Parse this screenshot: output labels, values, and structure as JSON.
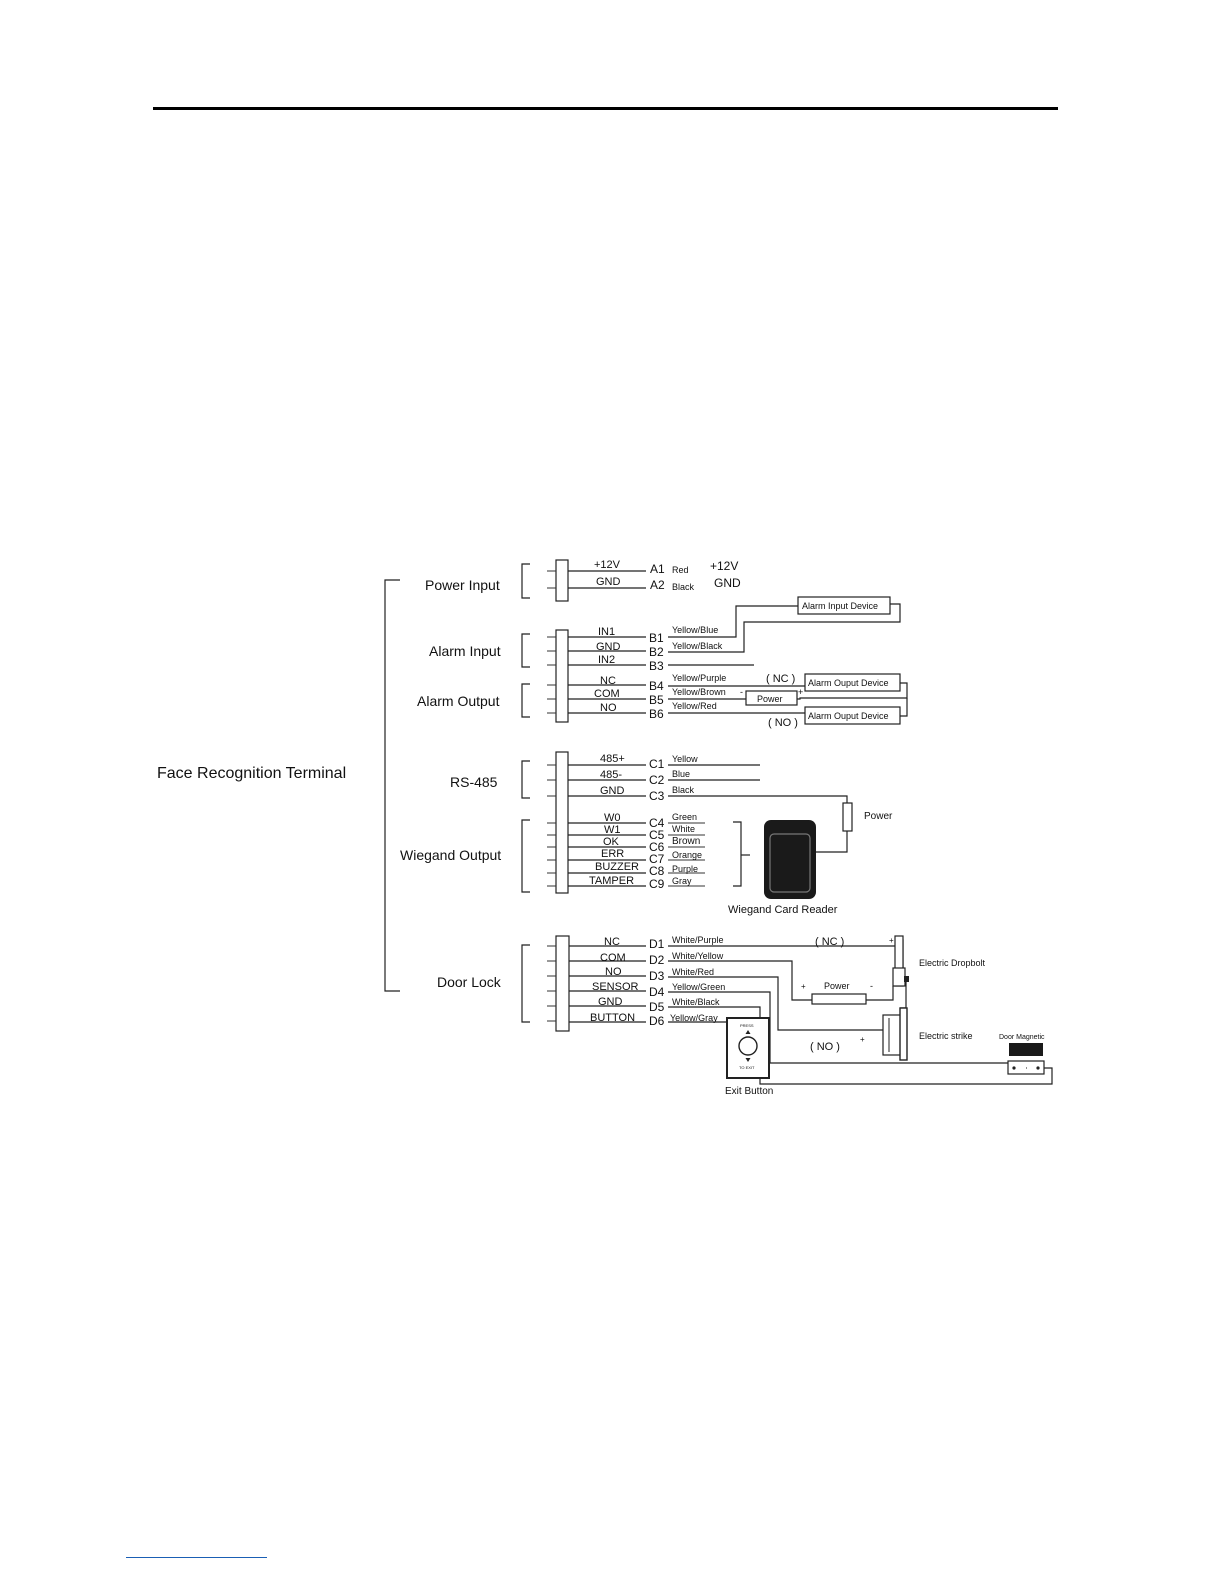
{
  "terminal": {
    "label": "Face Recognition Terminal"
  },
  "groups": {
    "power_input": "Power Input",
    "alarm_input": "Alarm Input",
    "alarm_output": "Alarm Output",
    "rs485": "RS-485",
    "wiegand_output": "Wiegand Output",
    "door_lock": "Door Lock"
  },
  "pins": {
    "power": [
      {
        "signal": "+12V",
        "pin": "A1",
        "wire": "Red"
      },
      {
        "signal": "GND",
        "pin": "A2",
        "wire": "Black"
      }
    ],
    "power_ext": [
      "+12V",
      "GND"
    ],
    "alarm": [
      {
        "signal": "IN1",
        "pin": "B1",
        "wire": "Yellow/Blue"
      },
      {
        "signal": "GND",
        "pin": "B2",
        "wire": "Yellow/Black"
      },
      {
        "signal": "IN2",
        "pin": "B3",
        "wire": ""
      },
      {
        "signal": "NC",
        "pin": "B4",
        "wire": "Yellow/Purple"
      },
      {
        "signal": "COM",
        "pin": "B5",
        "wire": "Yellow/Brown"
      },
      {
        "signal": "NO",
        "pin": "B6",
        "wire": "Yellow/Red"
      }
    ],
    "rs485": [
      {
        "signal": "485+",
        "pin": "C1",
        "wire": "Yellow"
      },
      {
        "signal": "485-",
        "pin": "C2",
        "wire": "Blue"
      },
      {
        "signal": "GND",
        "pin": "C3",
        "wire": "Black"
      }
    ],
    "wiegand": [
      {
        "signal": "W0",
        "pin": "C4",
        "wire": "Green"
      },
      {
        "signal": "W1",
        "pin": "C5",
        "wire": "White"
      },
      {
        "signal": "OK",
        "pin": "C6",
        "wire": "Brown"
      },
      {
        "signal": "ERR",
        "pin": "C7",
        "wire": "Orange"
      },
      {
        "signal": "BUZZER",
        "pin": "C8",
        "wire": "Purple"
      },
      {
        "signal": "TAMPER",
        "pin": "C9",
        "wire": "Gray"
      }
    ],
    "door": [
      {
        "signal": "NC",
        "pin": "D1",
        "wire": "White/Purple"
      },
      {
        "signal": "COM",
        "pin": "D2",
        "wire": "White/Yellow"
      },
      {
        "signal": "NO",
        "pin": "D3",
        "wire": "White/Red"
      },
      {
        "signal": "SENSOR",
        "pin": "D4",
        "wire": "Yellow/Green"
      },
      {
        "signal": "GND",
        "pin": "D5",
        "wire": "White/Black"
      },
      {
        "signal": "BUTTON",
        "pin": "D6",
        "wire": "Yellow/Gray"
      }
    ]
  },
  "devices": {
    "alarm_input_device": "Alarm Input Device",
    "alarm_output_device_nc": "Alarm Ouput Device",
    "alarm_output_device_no": "Alarm Ouput Device",
    "power": "Power",
    "nc_mark": "( NC )",
    "no_mark": "( NO )",
    "rs485_power": "Power",
    "wiegand_reader": "Wiegand Card Reader",
    "door_nc_mark": "( NC )",
    "door_no_mark": "( NO )",
    "door_power": "Power",
    "electric_dropbolt": "Electric Dropbolt",
    "electric_strike": "Electric strike",
    "door_magnetic": "Door Magnetic",
    "exit_button": "Exit Button",
    "exit_press": "PRESS",
    "exit_to_exit": "TO EXIT"
  },
  "symbols": {
    "minus": "-",
    "plus": "+"
  }
}
